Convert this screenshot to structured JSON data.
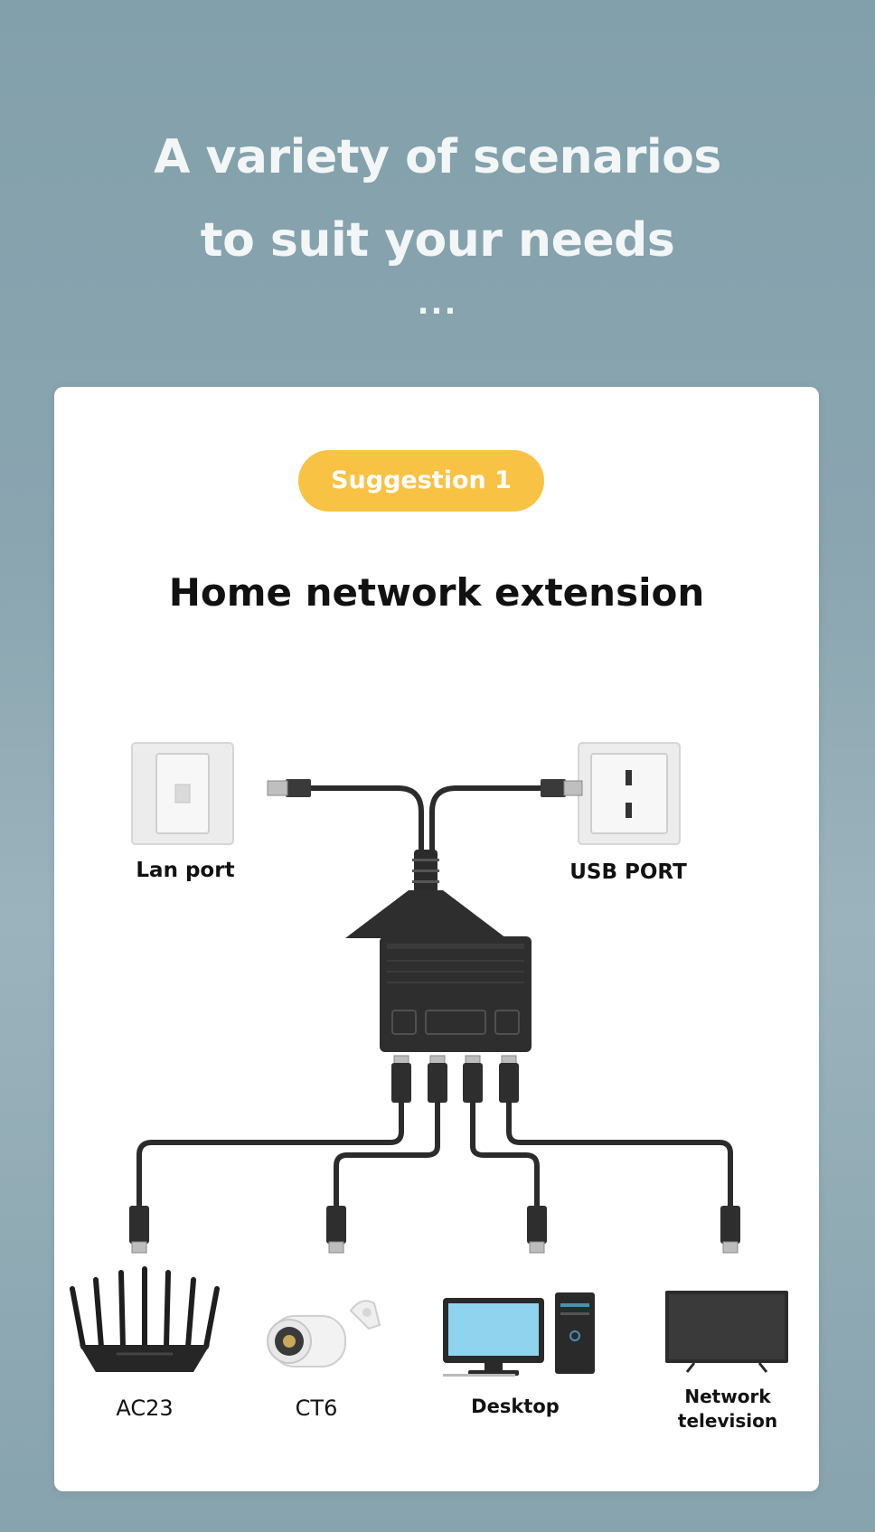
{
  "hero": {
    "title_line1": "A variety of scenarios",
    "title_line2": "to suit your needs",
    "dots": "..."
  },
  "card": {
    "badge": "Suggestion 1",
    "title": "Home network extension"
  },
  "labels": {
    "lan_port": "Lan port",
    "usb_port": "USB PORT",
    "router": "AC23",
    "camera": "CT6",
    "desktop": "Desktop",
    "tv_line1": "Network",
    "tv_line2": "television"
  },
  "colors": {
    "accent": "#f8c245",
    "cable": "#2b2b2b",
    "background": "#8aa5b0"
  }
}
